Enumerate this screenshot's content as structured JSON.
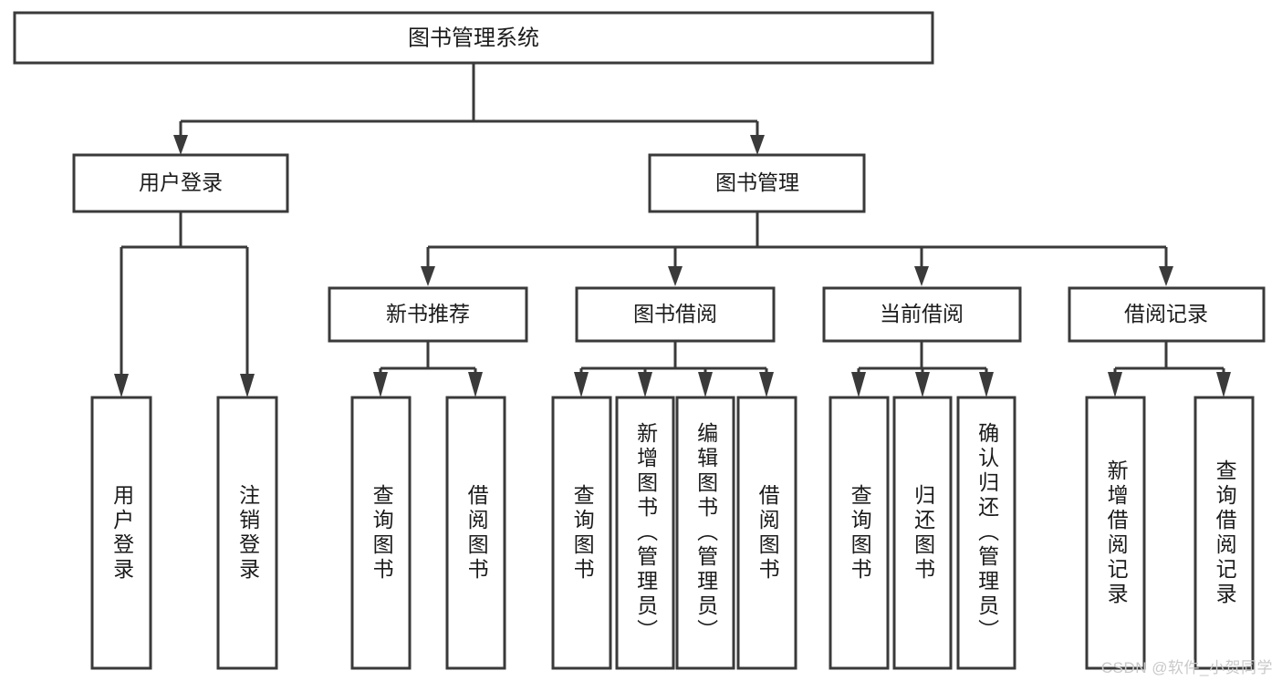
{
  "diagram": {
    "title": "图书管理系统",
    "watermark": "CSDN @软件_小贺同学",
    "colors": {
      "stroke": "#3a3a3a",
      "fill": "#ffffff",
      "text": "#1b1b1b",
      "watermark": "#c9c9c9",
      "background": "#ffffff"
    },
    "levels": {
      "root": "图书管理系统",
      "level1": [
        "用户登录",
        "图书管理"
      ],
      "level2": [
        "新书推荐",
        "图书借阅",
        "当前借阅",
        "借阅记录"
      ],
      "leaves": [
        "用户登录",
        "注销登录",
        "查询图书",
        "借阅图书",
        "查询图书",
        "新增图书（管理员）",
        "编辑图书（管理员）",
        "借阅图书",
        "查询图书",
        "归还图书",
        "确认归还（管理员）",
        "新增借阅记录",
        "查询借阅记录"
      ]
    },
    "nodes": {
      "root": {
        "label": "图书管理系统"
      },
      "user_login": {
        "label": "用户登录"
      },
      "book_manage": {
        "label": "图书管理"
      },
      "new_book_rec": {
        "label": "新书推荐"
      },
      "book_borrow": {
        "label": "图书借阅"
      },
      "current_borrow": {
        "label": "当前借阅"
      },
      "borrow_record": {
        "label": "借阅记录"
      },
      "leaf_user_login": {
        "label": "用户登录"
      },
      "leaf_logout": {
        "label": "注销登录"
      },
      "leaf_query_book_a": {
        "label": "查询图书"
      },
      "leaf_borrow_book_a": {
        "label": "借阅图书"
      },
      "leaf_query_book_b": {
        "label": "查询图书"
      },
      "leaf_add_book": {
        "label": "新增图书（管理员）"
      },
      "leaf_edit_book": {
        "label": "编辑图书（管理员）"
      },
      "leaf_borrow_book_b": {
        "label": "借阅图书"
      },
      "leaf_query_book_c": {
        "label": "查询图书"
      },
      "leaf_return_book": {
        "label": "归还图书"
      },
      "leaf_confirm_return": {
        "label": "确认归还（管理员）"
      },
      "leaf_add_record": {
        "label": "新增借阅记录"
      },
      "leaf_query_record": {
        "label": "查询借阅记录"
      }
    }
  }
}
